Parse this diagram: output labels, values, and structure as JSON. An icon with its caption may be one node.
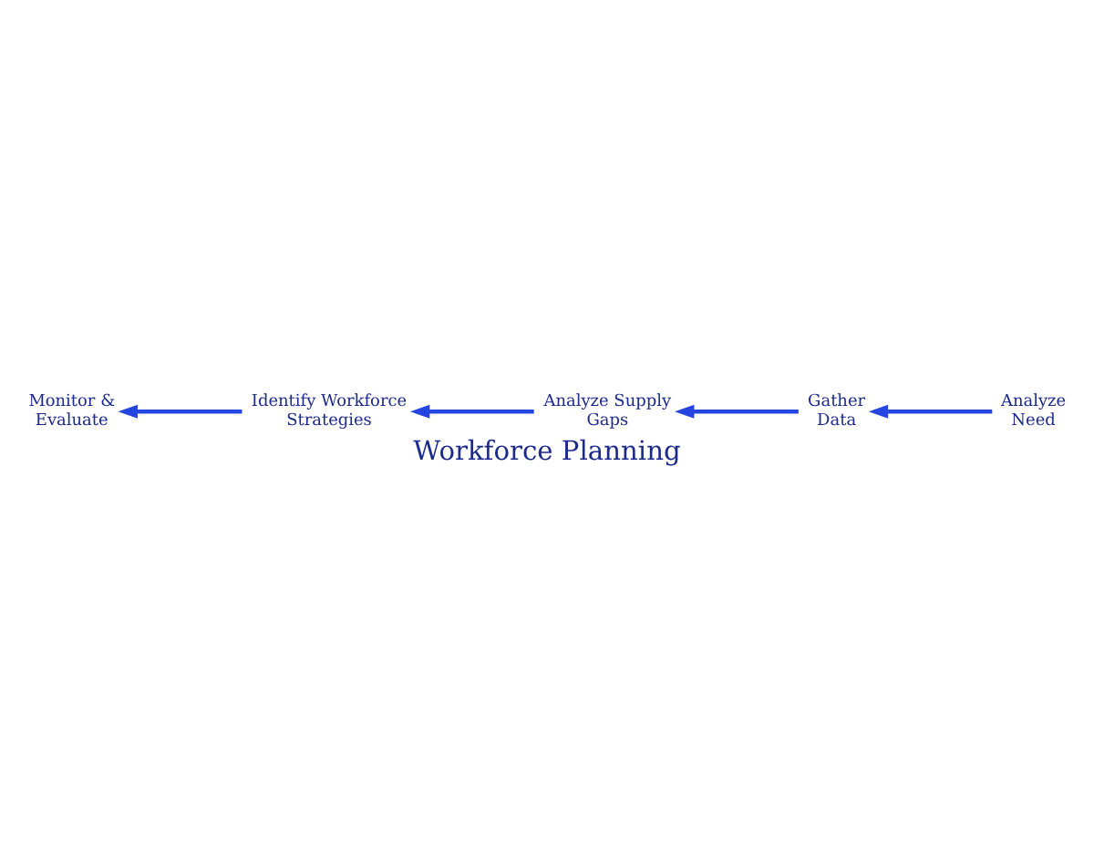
{
  "diagram": {
    "title": "Workforce Planning",
    "nodes": [
      {
        "text": [
          "Monitor & Evaluate"
        ]
      },
      {
        "text": [
          "Identify Workforce Strategies"
        ]
      },
      {
        "text": [
          "Analyze Supply Gaps"
        ]
      },
      {
        "text": [
          "Analyze Need"
        ]
      },
      {
        "text": [
          "Gather Data"
        ]
      }
    ],
    "edges": [
      {
        "from": 3,
        "to": 4,
        "arrow": "to"
      },
      {
        "from": 4,
        "to": 2,
        "arrow": "to"
      },
      {
        "from": 2,
        "to": 1,
        "arrow": "to"
      },
      {
        "from": 1,
        "to": 0,
        "arrow": "to"
      }
    ]
  }
}
